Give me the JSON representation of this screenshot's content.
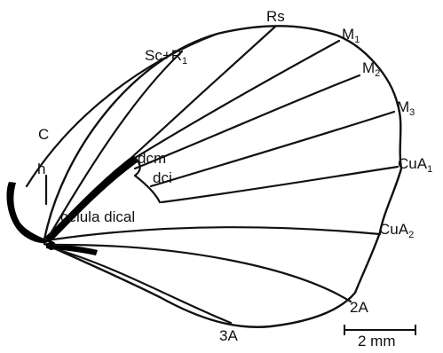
{
  "labels": {
    "rs": "Rs",
    "m1": "M",
    "m1_sub": "1",
    "m2": "M",
    "m2_sub": "2",
    "m3": "M",
    "m3_sub": "3",
    "sc_r1": "Sc+R",
    "sc_r1_sub": "1",
    "c": "C",
    "h": "h",
    "dcm": "dcm",
    "dci": "dci",
    "cell": "célula dical",
    "cua1": "CuA",
    "cua1_sub": "1",
    "cua2": "CuA",
    "cua2_sub": "2",
    "a2": "2A",
    "a3": "3A",
    "scale": "2 mm"
  },
  "colors": {
    "ink": "#111111",
    "background": "#ffffff"
  }
}
